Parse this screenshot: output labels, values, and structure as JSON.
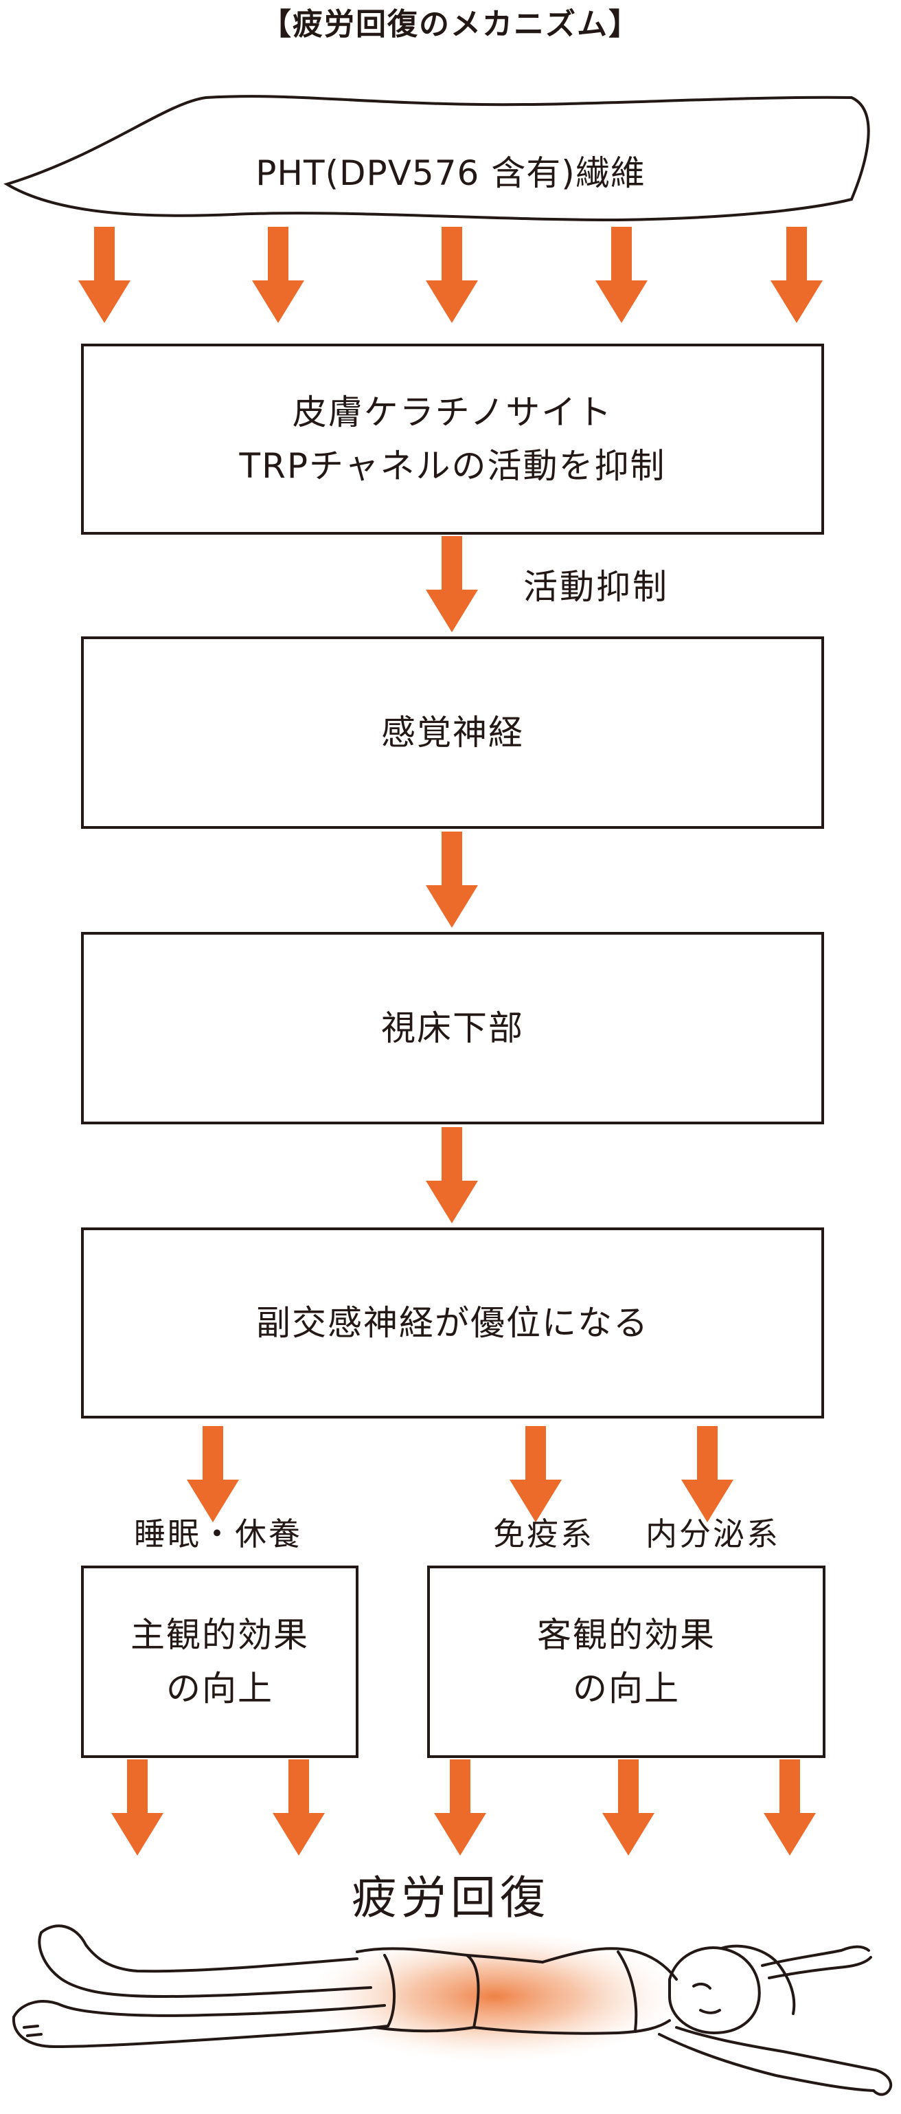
{
  "title": "【疲労回復のメカニズム】",
  "fiber": {
    "text": "PHT(DPV576 含有)繊維"
  },
  "boxes": {
    "keratinocyte": {
      "line1": "皮膚ケラチノサイト",
      "line2": "TRPチャネルの活動を抑制"
    },
    "sensory": {
      "text": "感覚神経"
    },
    "hypothalamus": {
      "text": "視床下部"
    },
    "parasympathetic": {
      "text": "副交感神経が優位になる"
    },
    "subjective": {
      "line1": "主観的効果",
      "line2": "の向上"
    },
    "objective": {
      "line1": "客観的効果",
      "line2": "の向上"
    }
  },
  "labels": {
    "activity_suppression": "活動抑制",
    "sleep_rest": "睡眠・休養",
    "immune": "免疫系",
    "endocrine": "内分泌系",
    "recovery": "疲労回復"
  },
  "colors": {
    "arrow": "#ec6a2a",
    "line": "#231815",
    "glow": "#ee7a3c"
  },
  "icons": {
    "arrow": "down-arrow-icon",
    "person": "reclining-person-illustration"
  }
}
